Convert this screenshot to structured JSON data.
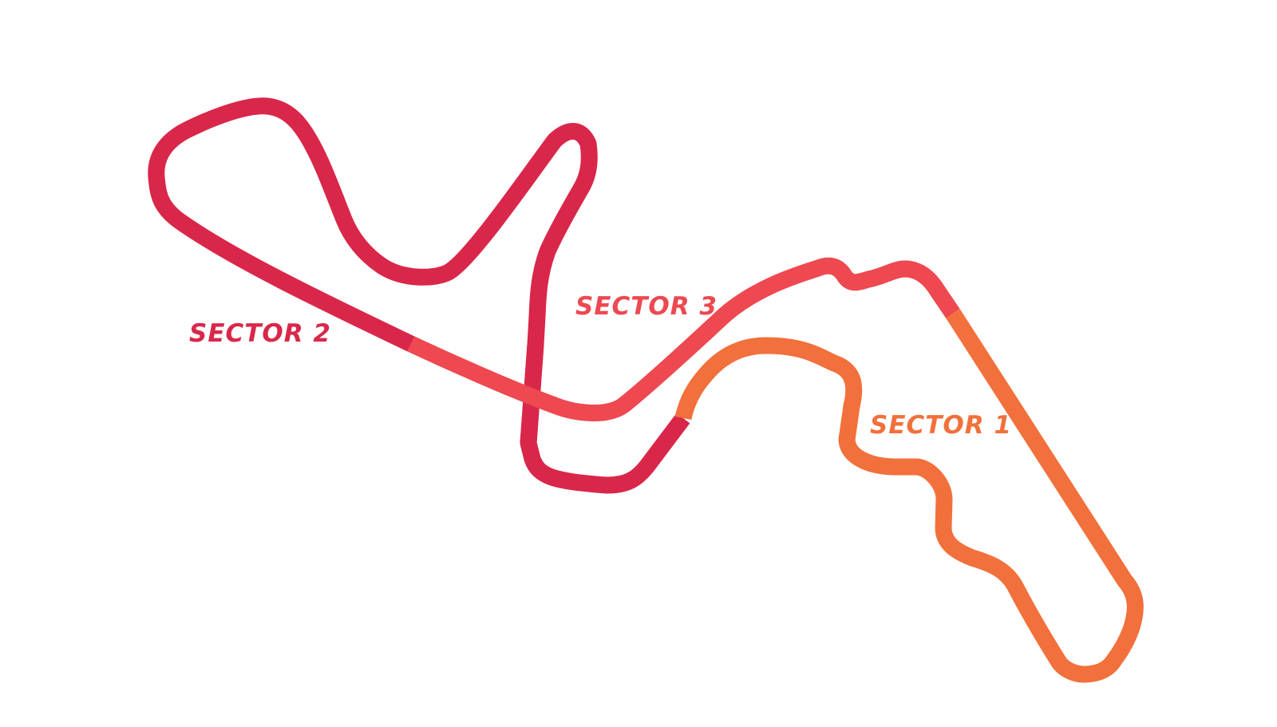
{
  "diagram": {
    "type": "circuit-map",
    "sectors": [
      {
        "id": "sector-1",
        "label": "SECTOR 1",
        "color": "#f2703b"
      },
      {
        "id": "sector-2",
        "label": "SECTOR 2",
        "color": "#d9274a"
      },
      {
        "id": "sector-3",
        "label": "SECTOR 3",
        "color": "#ee4850"
      }
    ]
  }
}
